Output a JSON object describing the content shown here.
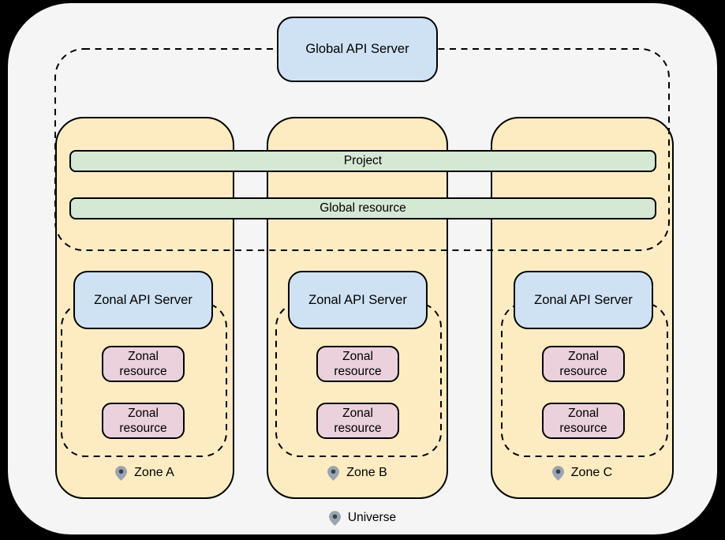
{
  "title_box": {
    "label": "Global API Server"
  },
  "shared_bars": [
    {
      "label": "Project"
    },
    {
      "label": "Global resource"
    }
  ],
  "zones": [
    {
      "name": "Zone A",
      "api_server": "Zonal API Server",
      "resources": [
        "Zonal resource",
        "Zonal resource"
      ]
    },
    {
      "name": "Zone B",
      "api_server": "Zonal API Server",
      "resources": [
        "Zonal resource",
        "Zonal resource"
      ]
    },
    {
      "name": "Zone C",
      "api_server": "Zonal API Server",
      "resources": [
        "Zonal resource",
        "Zonal resource"
      ]
    }
  ],
  "universe": {
    "label": "Universe"
  },
  "icons": {
    "zone_marker": "location-pin-icon",
    "universe_marker": "location-pin-icon"
  },
  "colors": {
    "background": "#000000",
    "universe_fill": "#f5f5f5",
    "zone_fill": "#fdecc2",
    "bar_fill": "#d5e8d4",
    "api_fill": "#cfe2f3",
    "resource_fill": "#ead1dc",
    "line": "#000000",
    "pin_fill": "#9aa5b1",
    "pin_dot": "#3c4043",
    "text": "#000000"
  }
}
